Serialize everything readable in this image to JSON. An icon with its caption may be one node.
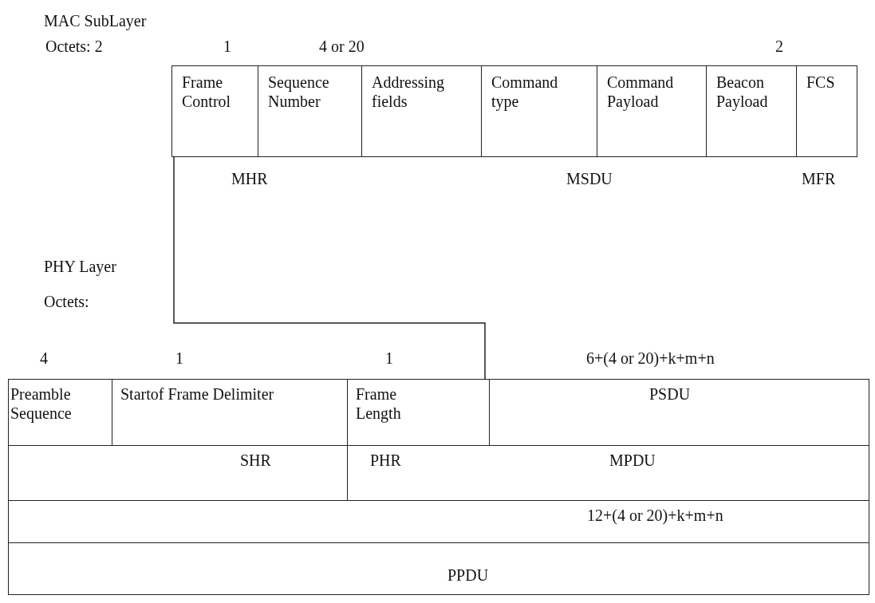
{
  "diagram": {
    "nodes": [
      {
        "text": [
          "Frame Control"
        ]
      },
      {
        "text": [
          "Sequence Number"
        ]
      },
      {
        "text": [
          "Addressing fields"
        ]
      },
      {
        "text": [
          "Command type"
        ]
      },
      {
        "text": [
          "Command Payload"
        ]
      },
      {
        "text": [
          "Beacon Payload"
        ]
      },
      {
        "text": [
          "FCS"
        ]
      },
      {
        "text": [
          "Preamble Sequence"
        ]
      },
      {
        "text": [
          "Startof Frame Delimiter"
        ]
      },
      {
        "text": [
          "Frame Length"
        ]
      },
      {
        "text": [
          "PSDU"
        ]
      },
      {
        "text": [
          "SHR"
        ]
      },
      {
        "text": [
          "PHR",
          "MPDU"
        ]
      },
      {
        "text": [
          "12+(4 or 20)+k+m+n"
        ]
      },
      {
        "text": [
          "PPDU"
        ]
      }
    ],
    "edges": [
      {
        "from": 0,
        "to": 10,
        "arrow": "none"
      }
    ],
    "labels": [
      "MAC SubLayer",
      "Octets: 2",
      "1",
      "4 or 20",
      "2",
      "MHR",
      "MSDU",
      "MFR",
      "PHY Layer",
      "Octets:",
      "4",
      "1",
      "1",
      "6+(4 or 20)+k+m+n"
    ]
  }
}
